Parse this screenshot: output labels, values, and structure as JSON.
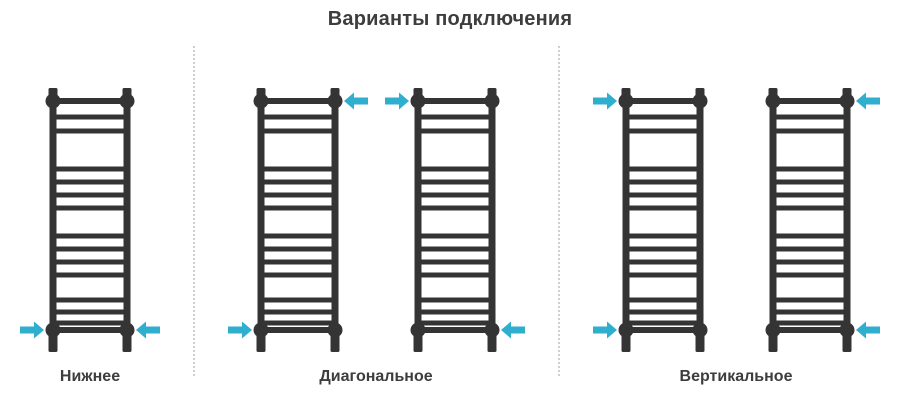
{
  "title": "Варианты подключения",
  "colors": {
    "radiator": "#343434",
    "arrow": "#2FAECD",
    "text": "#3D3D3D",
    "separator": "#CFCFCF",
    "background": "#FFFFFF"
  },
  "groups": [
    {
      "id": "bottom",
      "label": "Нижнее",
      "radiators": [
        {
          "arrows": [
            "bottom-left",
            "bottom-right"
          ]
        }
      ]
    },
    {
      "id": "diagonal",
      "label": "Диагональное",
      "radiators": [
        {
          "arrows": [
            "top-right",
            "bottom-left"
          ]
        },
        {
          "arrows": [
            "top-left",
            "bottom-right"
          ]
        }
      ]
    },
    {
      "id": "vertical",
      "label": "Вертикальное",
      "radiators": [
        {
          "arrows": [
            "top-left",
            "bottom-left"
          ]
        },
        {
          "arrows": [
            "top-right",
            "bottom-right"
          ]
        }
      ]
    }
  ]
}
